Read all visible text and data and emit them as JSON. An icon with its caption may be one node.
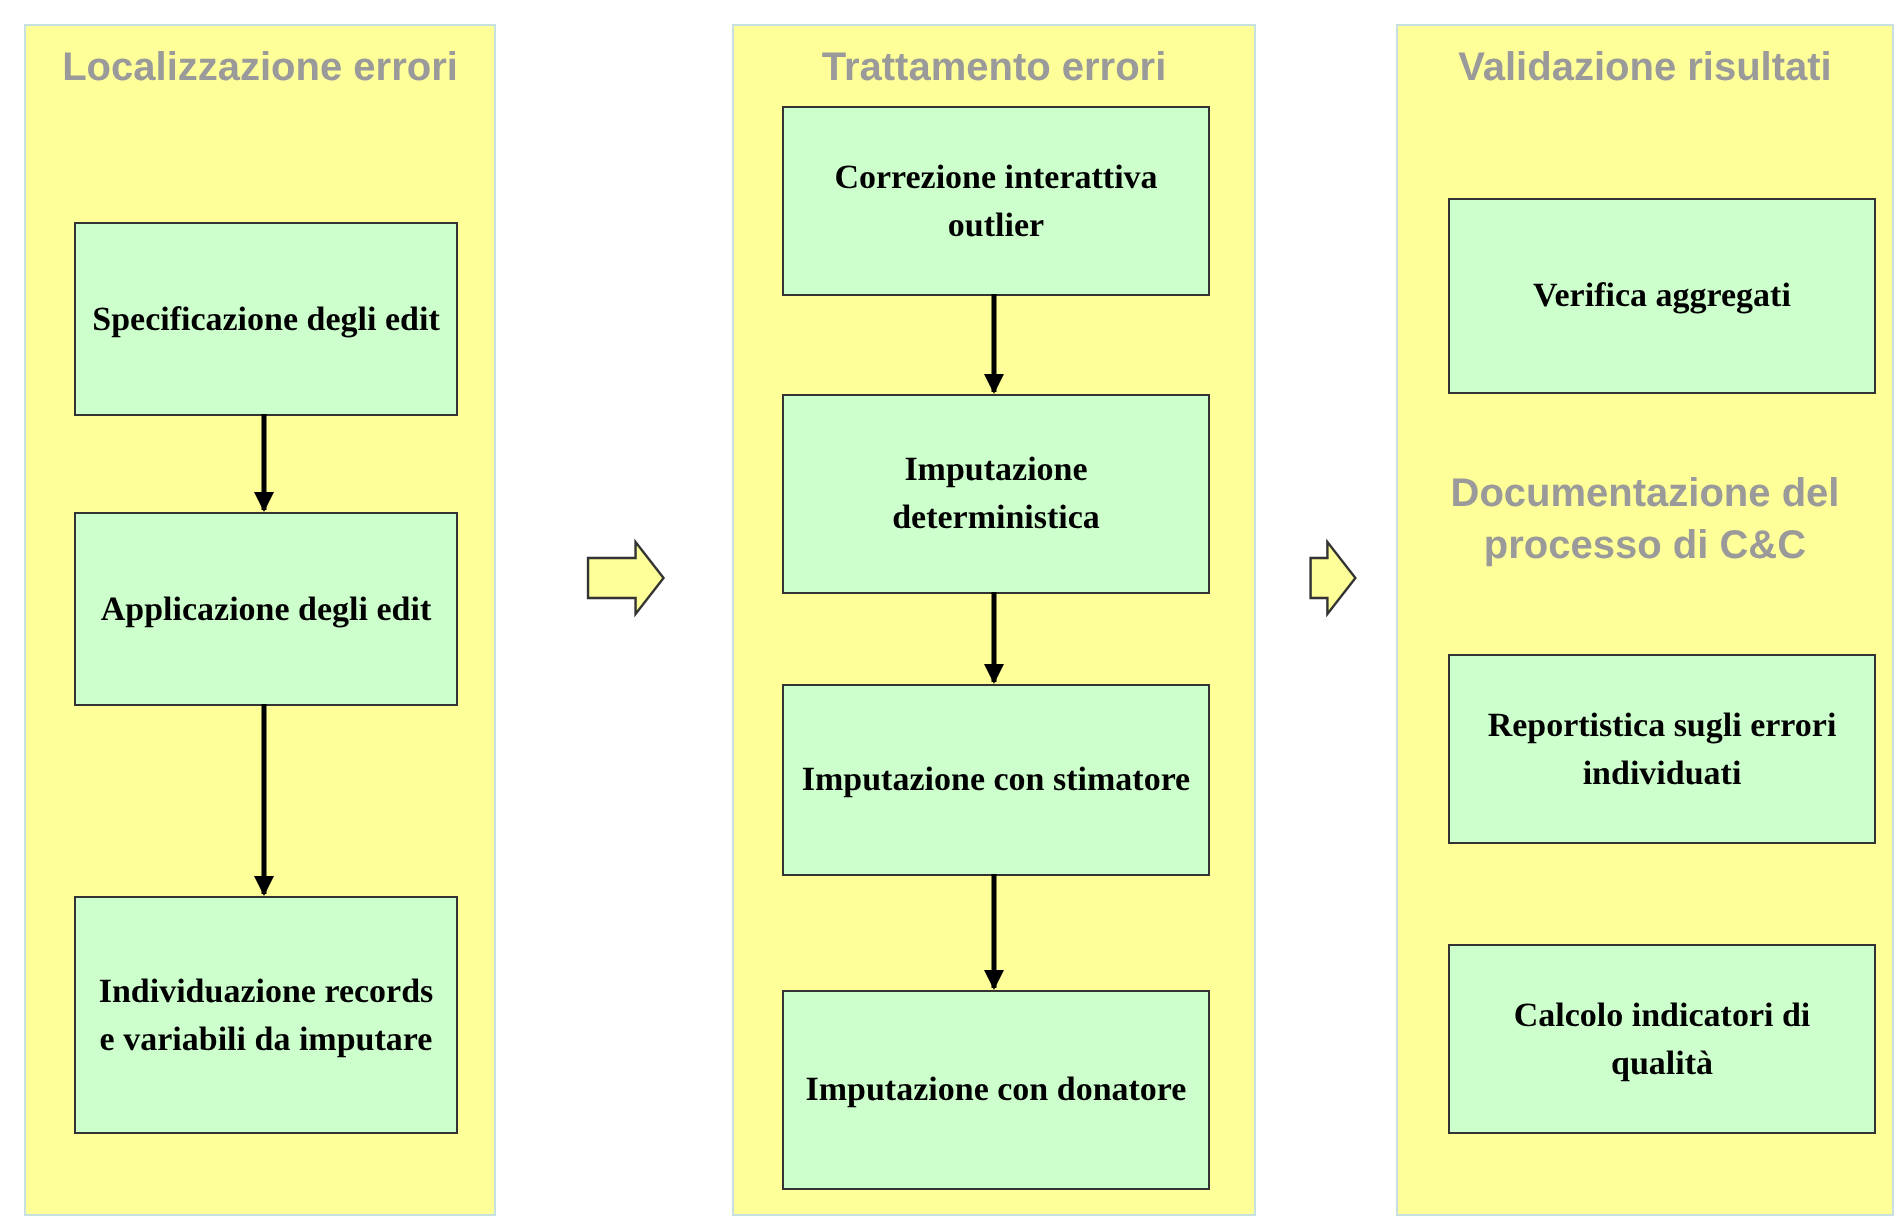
{
  "diagram": {
    "nodes": [
      {
        "text": [
          "Localizzazione errori"
        ]
      },
      {
        "text": [
          "Specificazione degli edit"
        ],
        "in": 0
      },
      {
        "text": [
          "Applicazione degli edit"
        ],
        "in": 0
      },
      {
        "text": [
          "Individuazione records e variabili da imputare"
        ],
        "in": 0
      },
      {
        "text": [
          "Trattamento errori"
        ]
      },
      {
        "text": [
          "Correzione interattiva outlier"
        ],
        "in": 4
      },
      {
        "text": [
          "Imputazione deterministica"
        ],
        "in": 4
      },
      {
        "text": [
          "Imputazione con stimatore"
        ],
        "in": 4
      },
      {
        "text": [
          "Imputazione con donatore"
        ],
        "in": 4
      },
      {
        "text": [
          "Validazione risultati",
          "Documentazione del processo di C&C"
        ]
      },
      {
        "text": [
          "Verifica aggregati"
        ],
        "in": 9
      },
      {
        "text": [
          "Reportistica sugli errori individuati"
        ],
        "in": 9
      },
      {
        "text": [
          "Calcolo indicatori di qualità"
        ],
        "in": 9
      }
    ],
    "edges": [
      {
        "from": 1,
        "to": 2,
        "arrow": "to"
      },
      {
        "from": 2,
        "to": 3,
        "arrow": "to"
      },
      {
        "from": 5,
        "to": 6,
        "arrow": "to"
      },
      {
        "from": 6,
        "to": 7,
        "arrow": "to"
      },
      {
        "from": 7,
        "to": 8,
        "arrow": "to"
      },
      {
        "from": 0,
        "to": 4,
        "arrow": "to",
        "style": "thick"
      },
      {
        "from": 4,
        "to": 9,
        "arrow": "to",
        "style": "thick"
      }
    ]
  }
}
